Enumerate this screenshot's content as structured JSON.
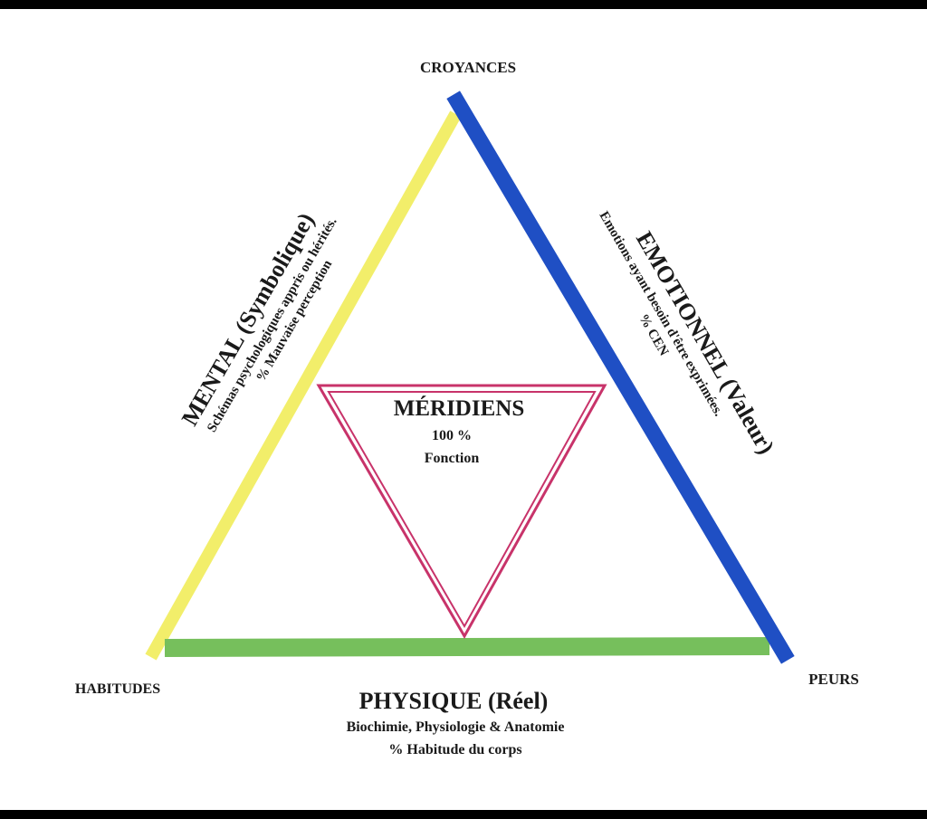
{
  "vertices": {
    "top": "CROYANCES",
    "left": "HABITUDES",
    "right": "PEURS"
  },
  "mental": {
    "title": "MENTAL (Symbolique)",
    "line1": "Schémas psychologiques appris ou hérités.",
    "line2": "% Mauvaise perception"
  },
  "emotionnel": {
    "title": "EMOTIONNEL (Valeur)",
    "line1": "Emotions ayant besoin d'être exprimées.",
    "line2": "% CEN"
  },
  "physique": {
    "title": "PHYSIQUE (Réel)",
    "line1": "Biochimie, Physiologie & Anatomie",
    "line2": "% Habitude du corps"
  },
  "meridiens": {
    "title": "MÉRIDIENS",
    "line1": "100 %",
    "line2": "Fonction"
  },
  "colors": {
    "mental_side": "#f2ee6a",
    "emotionnel_side": "#1f4fc4",
    "physique_side": "#76bf5c",
    "meridiens_triangle": "#c8336a"
  }
}
